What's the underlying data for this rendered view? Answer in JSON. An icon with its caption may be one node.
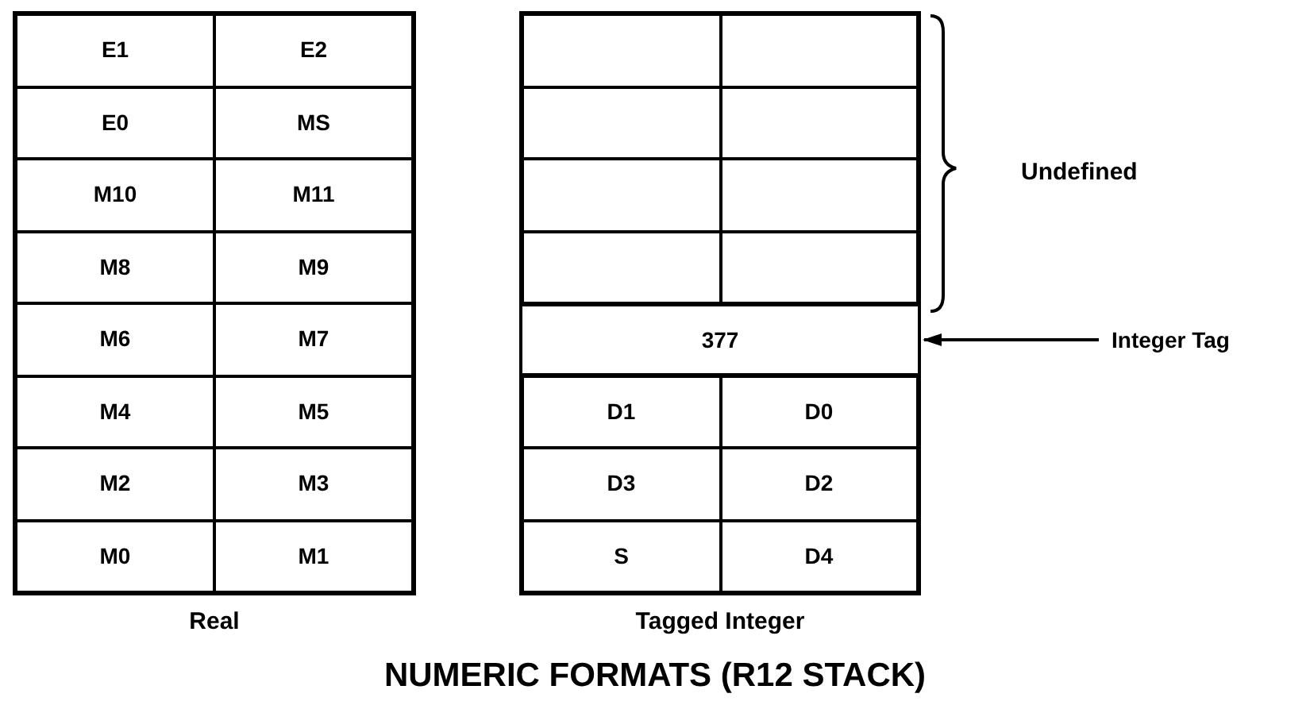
{
  "diagram": {
    "caption": "NUMERIC FORMATS (R12 STACK)",
    "nodes": [
      {
        "text": [],
        "shape": "box",
        "beside": [
          "Real"
        ]
      },
      {
        "text": [],
        "shape": "box",
        "beside": [
          "Tagged Integer"
        ]
      },
      {
        "text": [
          "377"
        ],
        "in": 1
      },
      {
        "text": [
          "Integer Tag"
        ]
      }
    ],
    "edges": [
      {
        "from": 3,
        "to": 2,
        "arrow": "to"
      }
    ],
    "labels": [
      "E1",
      "E2",
      "E0",
      "MS",
      "M10",
      "M11",
      "M8",
      "M9",
      "M6",
      "M7",
      "M4",
      "M5",
      "M2",
      "M3",
      "M0",
      "M1",
      "D1",
      "D0",
      "D3",
      "D2",
      "S",
      "D4",
      "Undefined"
    ]
  }
}
